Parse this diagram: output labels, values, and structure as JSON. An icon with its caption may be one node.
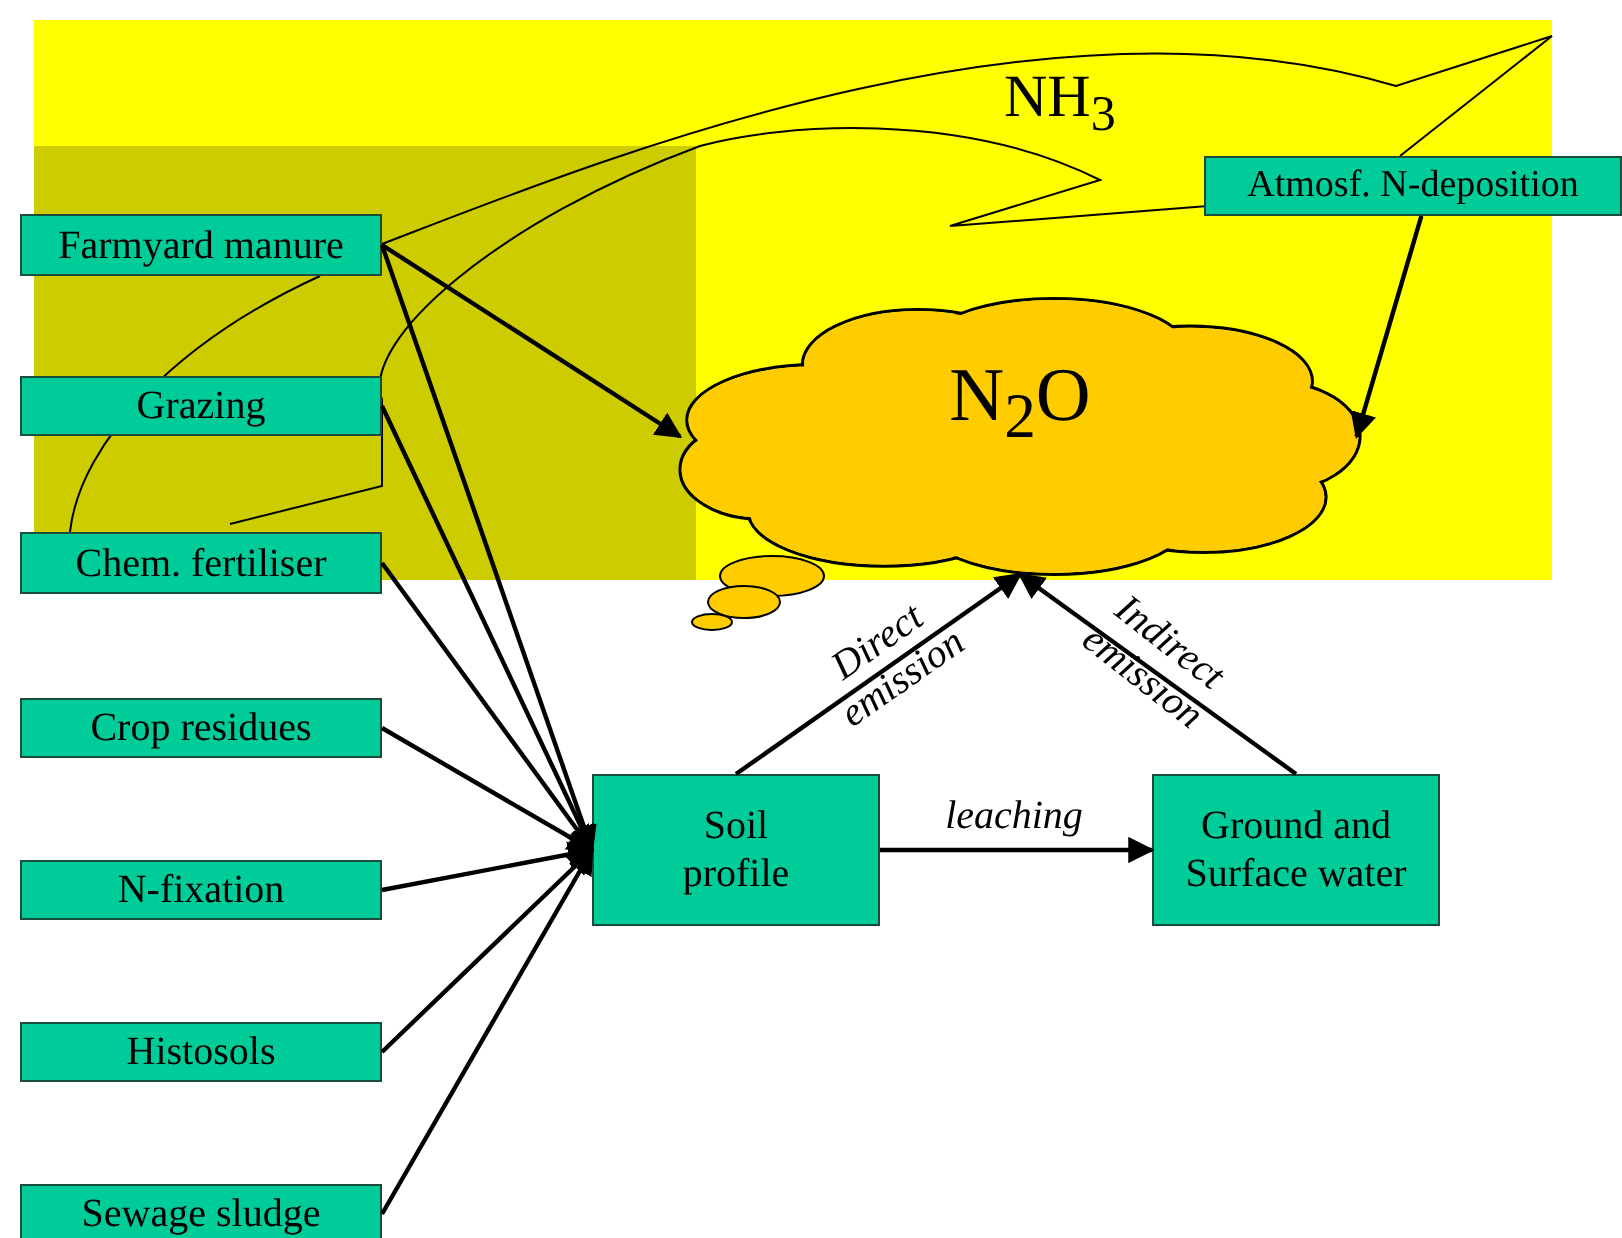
{
  "diagram": {
    "nodes": [
      {
        "text": [
          "Farmyard manure"
        ]
      },
      {
        "text": [
          "Grazing"
        ]
      },
      {
        "text": [
          "Chem. fertiliser"
        ]
      },
      {
        "text": [
          "Crop residues"
        ]
      },
      {
        "text": [
          "N-fixation"
        ]
      },
      {
        "text": [
          "Histosols"
        ]
      },
      {
        "text": [
          "Sewage sludge"
        ]
      },
      {
        "text": [
          "Atmosf. N-deposition"
        ]
      },
      {
        "text": [
          "N$_{2}$O"
        ]
      },
      {
        "text": [
          "Soil profile"
        ]
      },
      {
        "text": [
          "Ground and Surface water"
        ]
      }
    ],
    "edges": [
      {
        "from": 0,
        "to": 9,
        "arrow": "to"
      },
      {
        "from": 1,
        "to": 9,
        "arrow": "to"
      },
      {
        "from": 2,
        "to": 9,
        "arrow": "to"
      },
      {
        "from": 3,
        "to": 9,
        "arrow": "to"
      },
      {
        "from": 4,
        "to": 9,
        "arrow": "to"
      },
      {
        "from": 5,
        "to": 9,
        "arrow": "to"
      },
      {
        "from": 6,
        "to": 9,
        "arrow": "to"
      },
      {
        "from": 0,
        "to": 8,
        "arrow": "to"
      },
      {
        "from": 7,
        "to": 8,
        "arrow": "to"
      },
      {
        "from": 9,
        "to": 8,
        "arrow": "to",
        "label": "Direct emission"
      },
      {
        "from": 10,
        "to": 8,
        "arrow": "to",
        "label": "Indirect emission"
      },
      {
        "from": 9,
        "to": 10,
        "arrow": "to",
        "label": "leaching"
      }
    ],
    "labels": [
      "NH$_{3}$"
    ]
  }
}
